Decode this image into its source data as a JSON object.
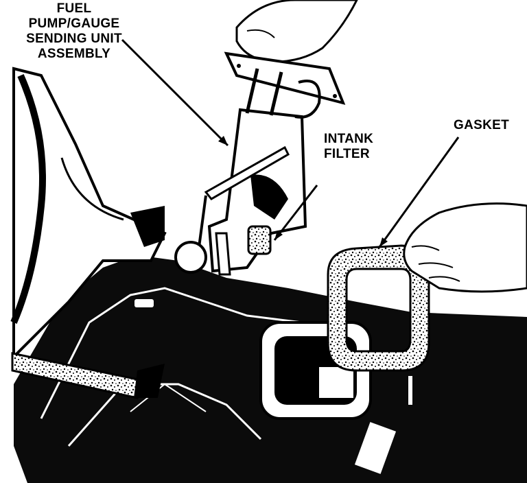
{
  "labels": {
    "fuel_pump": [
      "FUEL",
      "PUMP/GAUGE",
      "SENDING UNIT",
      "ASSEMBLY"
    ],
    "intank_filter": [
      "INTANK",
      "FILTER"
    ],
    "gasket": [
      "GASKET"
    ]
  },
  "colors": {
    "ink": "#000000",
    "paper": "#ffffff",
    "tank": "#0b0b0b"
  }
}
